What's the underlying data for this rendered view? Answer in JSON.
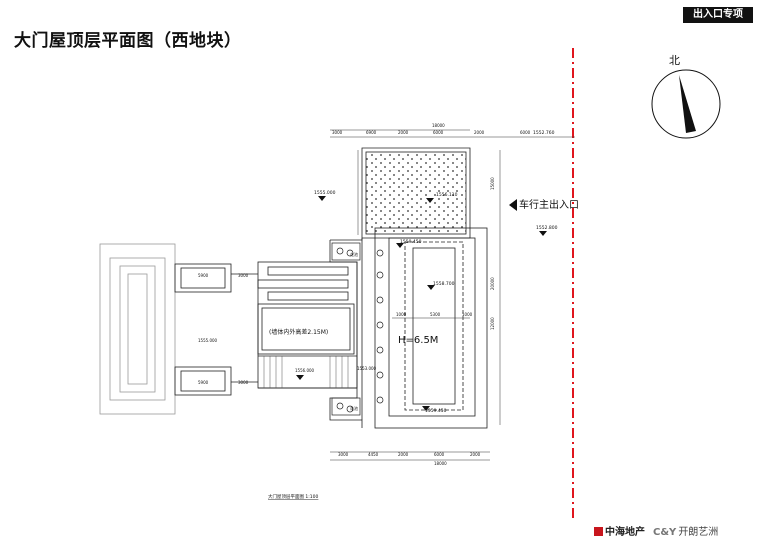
{
  "title": "大门屋顶层平面图（西地块）",
  "tag": "出入口专项",
  "north_label": "北",
  "entrance_label": "车行主出入口",
  "height_label": "H=6.5M",
  "wall_note": "(墙体内外高差2.15M)",
  "drawing_caption": "大门屋顶层平面图 1:100",
  "elevations": {
    "e1": "1555.000",
    "e2": "1556.110",
    "e3": "1559.450",
    "e4": "1558.700",
    "e5": "1552.800",
    "e6": "1552.760",
    "e7": "1555.000",
    "e8": "1556.000",
    "e9": "1553.000",
    "e10": "1559.450"
  },
  "dimensions": {
    "top": [
      "6900",
      "2000",
      "6000",
      "2000",
      "18000"
    ],
    "top_left": "3000",
    "top_right": "6000",
    "bottom": [
      "3000",
      "4450",
      "2000",
      "6000",
      "2000"
    ],
    "bottom_total": "18000",
    "left_side": [
      "5900",
      "3000",
      "3000",
      "5900"
    ],
    "inner": [
      "1000",
      "5300",
      "1000"
    ],
    "right_side": [
      "15000",
      "20000",
      "12000"
    ]
  },
  "labels": {
    "flower": "花池",
    "flower2": "花池"
  },
  "brand": {
    "company": "中海地产",
    "partner_mark": "C&Y",
    "partner_name": "开朗艺洲"
  },
  "colors": {
    "ink": "#111111",
    "line": "#222222",
    "red_axis": "#e0161d",
    "brand_red": "#c8161d"
  }
}
